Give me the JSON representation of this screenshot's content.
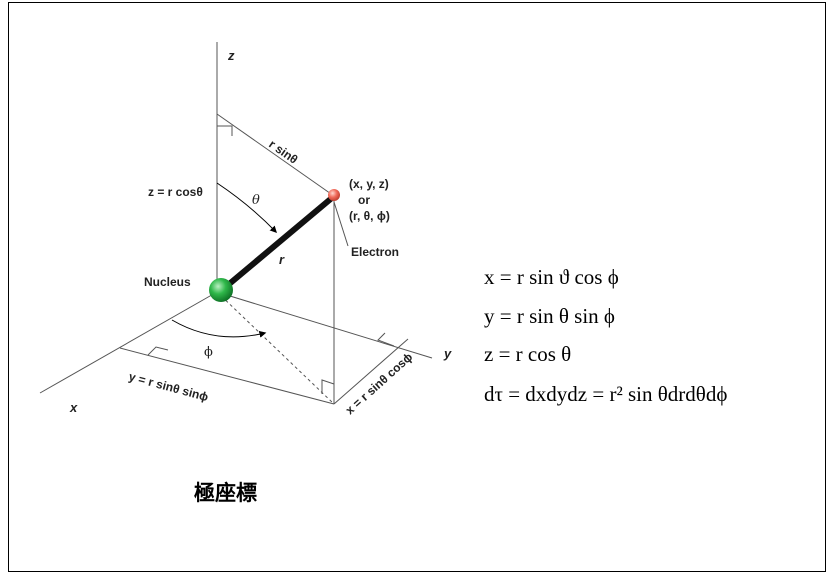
{
  "diagram": {
    "axis_x": "x",
    "axis_y": "y",
    "axis_z": "z",
    "label_rsin": "r sinθ",
    "label_zr": "z = r cosθ",
    "label_theta": "θ",
    "label_phi": "ϕ",
    "label_r": "r",
    "label_nucleus": "Nucleus",
    "label_electron": "Electron",
    "coord_cart": "(x, y, z)",
    "coord_or": "or",
    "coord_sph": "(r, θ, ϕ)",
    "label_y_proj": "y = r sinθ sinϕ",
    "label_x_proj": "x = r sinθ cosϕ",
    "nucleus_color": "#2fb84a",
    "electron_color": "#f06a5a"
  },
  "equations": [
    "x = r sin ϑ cos ϕ",
    "y = r sin θ sin ϕ",
    "z = r cos θ",
    "dτ = dxdydz = r² sin θdrdθdϕ"
  ],
  "caption": "極座標"
}
